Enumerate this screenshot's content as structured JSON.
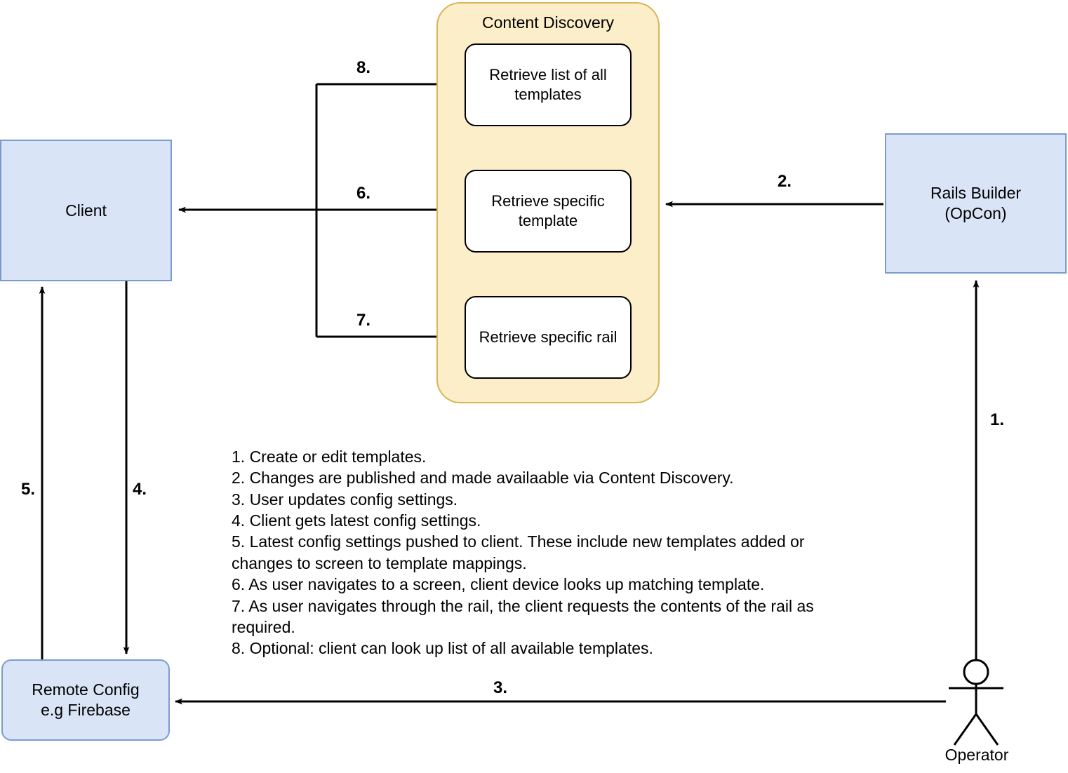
{
  "diagram": {
    "title_hidden": "",
    "nodes": {
      "client": {
        "label": "Client"
      },
      "remote_config": {
        "label": "Remote Config\ne.g Firebase"
      },
      "rails_builder": {
        "label": "Rails Builder\n(OpCon)"
      },
      "content_discovery": {
        "label": "Content Discovery"
      },
      "retrieve_all_templates": {
        "label": "Retrieve list of all templates"
      },
      "retrieve_specific_template": {
        "label": "Retrieve specific template"
      },
      "retrieve_specific_rail": {
        "label": "Retrieve specific rail"
      },
      "operator": {
        "label": "Operator"
      }
    },
    "edge_labels": {
      "e1": "1.",
      "e2": "2.",
      "e3": "3.",
      "e4": "4.",
      "e5": "5.",
      "e6": "6.",
      "e7": "7.",
      "e8": "8."
    },
    "legend": [
      "1. Create or edit templates.",
      "2. Changes are published and made availaable via Content Discovery.",
      "3. User updates config settings.",
      "4. Client gets latest config settings.",
      "5. Latest config settings pushed to client. These include new templates added or changes to screen to template mappings.",
      "6. As user navigates to a screen, client device looks up matching template.",
      "7. As user navigates through the rail, the client requests the contents of the rail as required.",
      "8. Optional: client can look up list of all available templates."
    ],
    "colors": {
      "node_fill": "#dae4f7",
      "node_stroke": "#7b9bd0",
      "group_fill": "#fdeeca",
      "group_stroke": "#d6b656",
      "line": "#000000",
      "background": "#ffffff"
    }
  }
}
